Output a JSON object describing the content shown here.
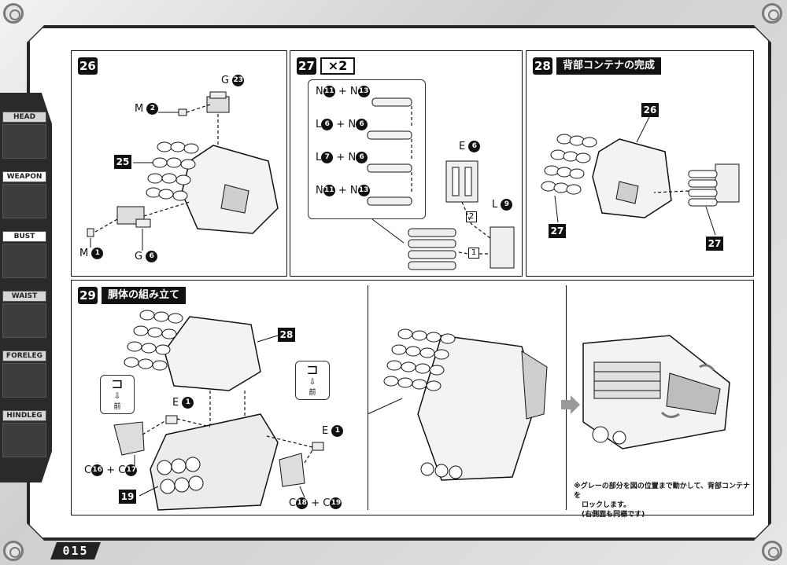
{
  "page_number": "015",
  "sidebar": {
    "items": [
      {
        "label": "HEAD",
        "icon": "head-thumb"
      },
      {
        "label": "WEAPON",
        "icon": "weapon-thumb"
      },
      {
        "label": "BUST",
        "icon": "bust-thumb"
      },
      {
        "label": "WAIST",
        "icon": "waist-thumb"
      },
      {
        "label": "FORELEG",
        "icon": "foreleg-thumb"
      },
      {
        "label": "HINDLEG",
        "icon": "hindleg-thumb"
      }
    ]
  },
  "steps": {
    "s26": {
      "number": "26",
      "labels": {
        "g": "G",
        "g_num": "23",
        "m_top": "M",
        "m_top_num": "2",
        "ref": "25",
        "m_bottom": "M",
        "m_bottom_num": "1",
        "g_bottom": "G",
        "g_bottom_num": "6"
      }
    },
    "s27": {
      "number": "27",
      "multiplier": "×2",
      "rows": [
        {
          "a": "N",
          "a_num": "11",
          "plus": "+",
          "b": "N",
          "b_num": "13"
        },
        {
          "a": "L",
          "a_num": "6",
          "plus": "+",
          "b": "N",
          "b_num": "6"
        },
        {
          "a": "L",
          "a_num": "7",
          "plus": "+",
          "b": "N",
          "b_num": "6"
        },
        {
          "a": "N",
          "a_num": "11",
          "plus": "+",
          "b": "N",
          "b_num": "13"
        }
      ],
      "e_label": "E",
      "e_num": "6",
      "l_label": "L",
      "l_num": "9",
      "order_1": "1",
      "order_2": "2"
    },
    "s28": {
      "number": "28",
      "title": "背部コンテナの完成",
      "ref_top": "26",
      "ref_left": "27",
      "ref_right": "27"
    },
    "s29": {
      "number": "29",
      "title": "胴体の組み立て",
      "ref_top": "28",
      "ref_bottom": "19",
      "e_left": "E",
      "e_left_num": "1",
      "e_right": "E",
      "e_right_num": "1",
      "c_left_a": "C",
      "c_left_a_num": "16",
      "c_left_plus": "+",
      "c_left_b": "C",
      "c_left_b_num": "17",
      "c_right_a": "C",
      "c_right_a_num": "18",
      "c_right_plus": "+",
      "c_right_b": "C",
      "c_right_b_num": "19",
      "front_label": "前",
      "note_lines": [
        "※グレーの部分を図の位置まで動かして、背部コンテナを",
        "ロックします。",
        "(右側面も同様です)"
      ]
    }
  }
}
